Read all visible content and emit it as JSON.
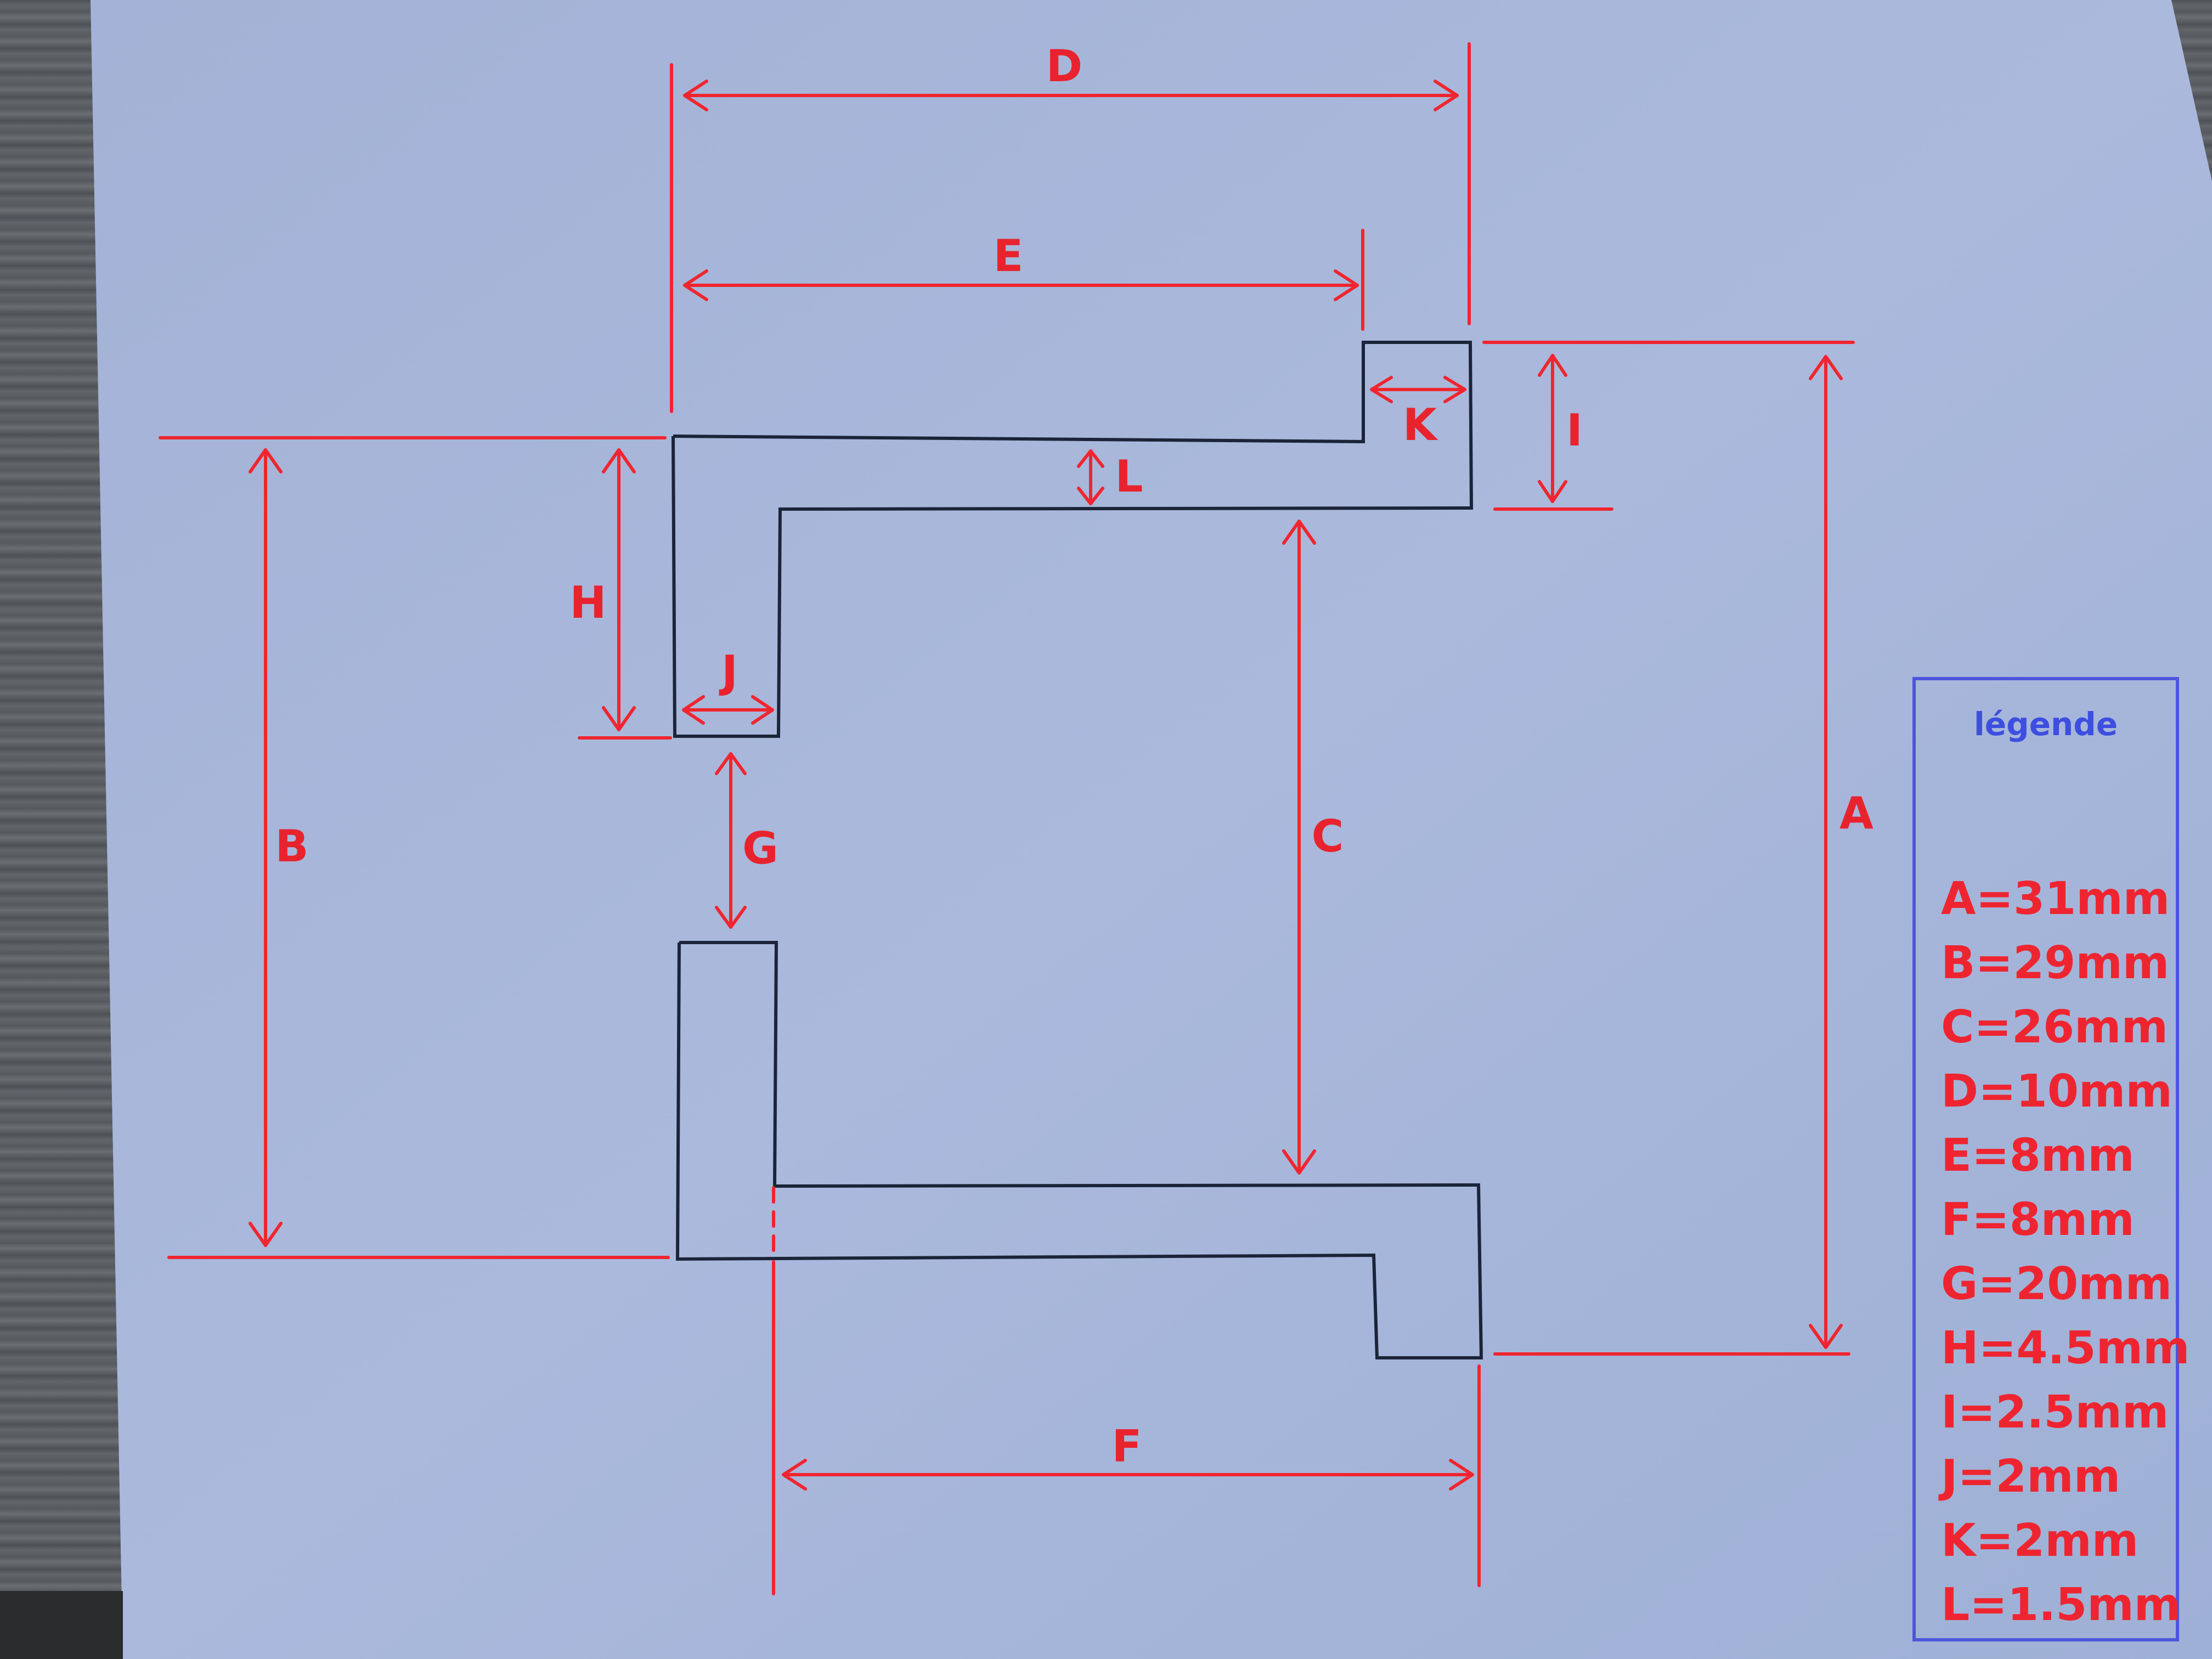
{
  "colors": {
    "dimension_red": "#f0252f",
    "legend_blue": "#4d55dd",
    "outline_dark": "#1b2438",
    "paper": "#a6b5d8"
  },
  "dimension_labels": {
    "A": "A",
    "B": "B",
    "C": "C",
    "D": "D",
    "E": "E",
    "F": "F",
    "G": "G",
    "H": "H",
    "I": "I",
    "J": "J",
    "K": "K",
    "L": "L"
  },
  "legend": {
    "title": "légende",
    "items": [
      "A=31mm",
      "B=29mm",
      "C=26mm",
      "D=10mm",
      "E=8mm",
      "F=8mm",
      "G=20mm",
      "H=4.5mm",
      "I=2.5mm",
      "J=2mm",
      "K=2mm",
      "L=1.5mm"
    ]
  }
}
